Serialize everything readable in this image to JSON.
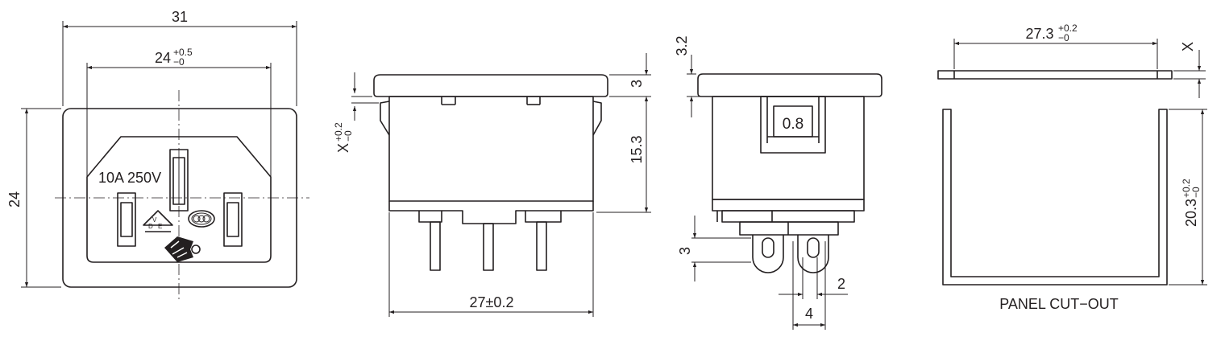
{
  "front_view": {
    "dim_width": "31",
    "dim_inner_main": "24",
    "dim_inner_plus": "+0.5",
    "dim_inner_minus": "−0",
    "dim_height": "24",
    "rating": "10A 250V"
  },
  "side_view": {
    "dim_flange": "3",
    "dim_x": "X",
    "dim_x_plus": "+0.2",
    "dim_x_minus": "−0",
    "dim_body_height": "15.3",
    "dim_pin_span": "27±0.2"
  },
  "fuse_view": {
    "dim_top": "3.2",
    "fuse_label": "0.8",
    "dim_lug": "3",
    "dim_lug_width": "2",
    "dim_lug_pitch": "4"
  },
  "cutout_view": {
    "dim_width_main": "27.3",
    "dim_width_plus": "+0.2",
    "dim_width_minus": "−0",
    "dim_x": "X",
    "dim_height_main": "20.3",
    "dim_height_plus": "+0.2",
    "dim_height_minus": "−0",
    "caption": "PANEL CUT−OUT"
  }
}
